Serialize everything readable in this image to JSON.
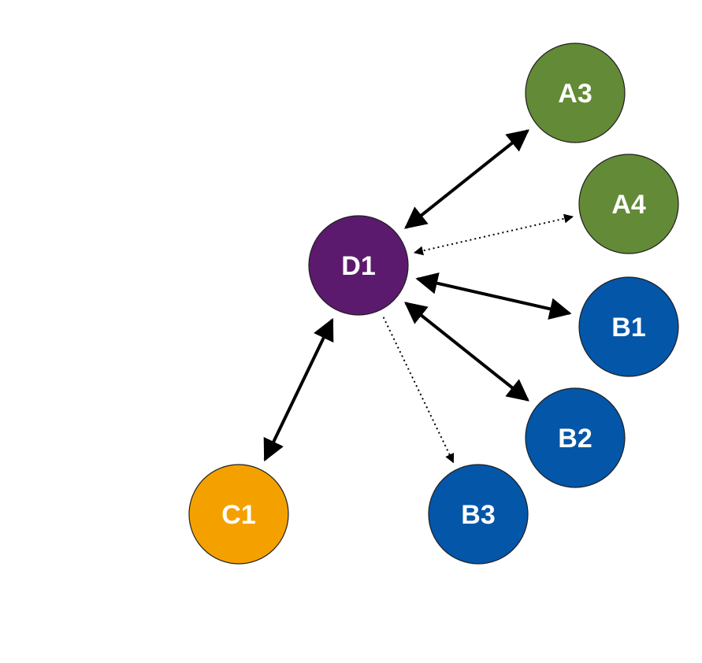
{
  "colors": {
    "hub": "#5b1a6d",
    "group_a": "#638a36",
    "group_b": "#0456a8",
    "group_c": "#f4a100",
    "edge": "#000000",
    "label": "#ffffff"
  },
  "nodes": [
    {
      "id": "D1",
      "label": "D1",
      "color": "#5b1a6d"
    },
    {
      "id": "A3",
      "label": "A3",
      "color": "#638a36"
    },
    {
      "id": "A4",
      "label": "A4",
      "color": "#638a36"
    },
    {
      "id": "B1",
      "label": "B1",
      "color": "#0456a8"
    },
    {
      "id": "B2",
      "label": "B2",
      "color": "#0456a8"
    },
    {
      "id": "B3",
      "label": "B3",
      "color": "#0456a8"
    },
    {
      "id": "C1",
      "label": "C1",
      "color": "#f4a100"
    }
  ],
  "edges": [
    {
      "from": "D1",
      "to": "A3",
      "style": "solid",
      "direction": "both"
    },
    {
      "from": "D1",
      "to": "A4",
      "style": "dotted",
      "direction": "both"
    },
    {
      "from": "D1",
      "to": "B1",
      "style": "solid",
      "direction": "both"
    },
    {
      "from": "D1",
      "to": "B2",
      "style": "solid",
      "direction": "both"
    },
    {
      "from": "D1",
      "to": "B3",
      "style": "dotted",
      "direction": "forward"
    },
    {
      "from": "D1",
      "to": "C1",
      "style": "solid",
      "direction": "both"
    }
  ]
}
